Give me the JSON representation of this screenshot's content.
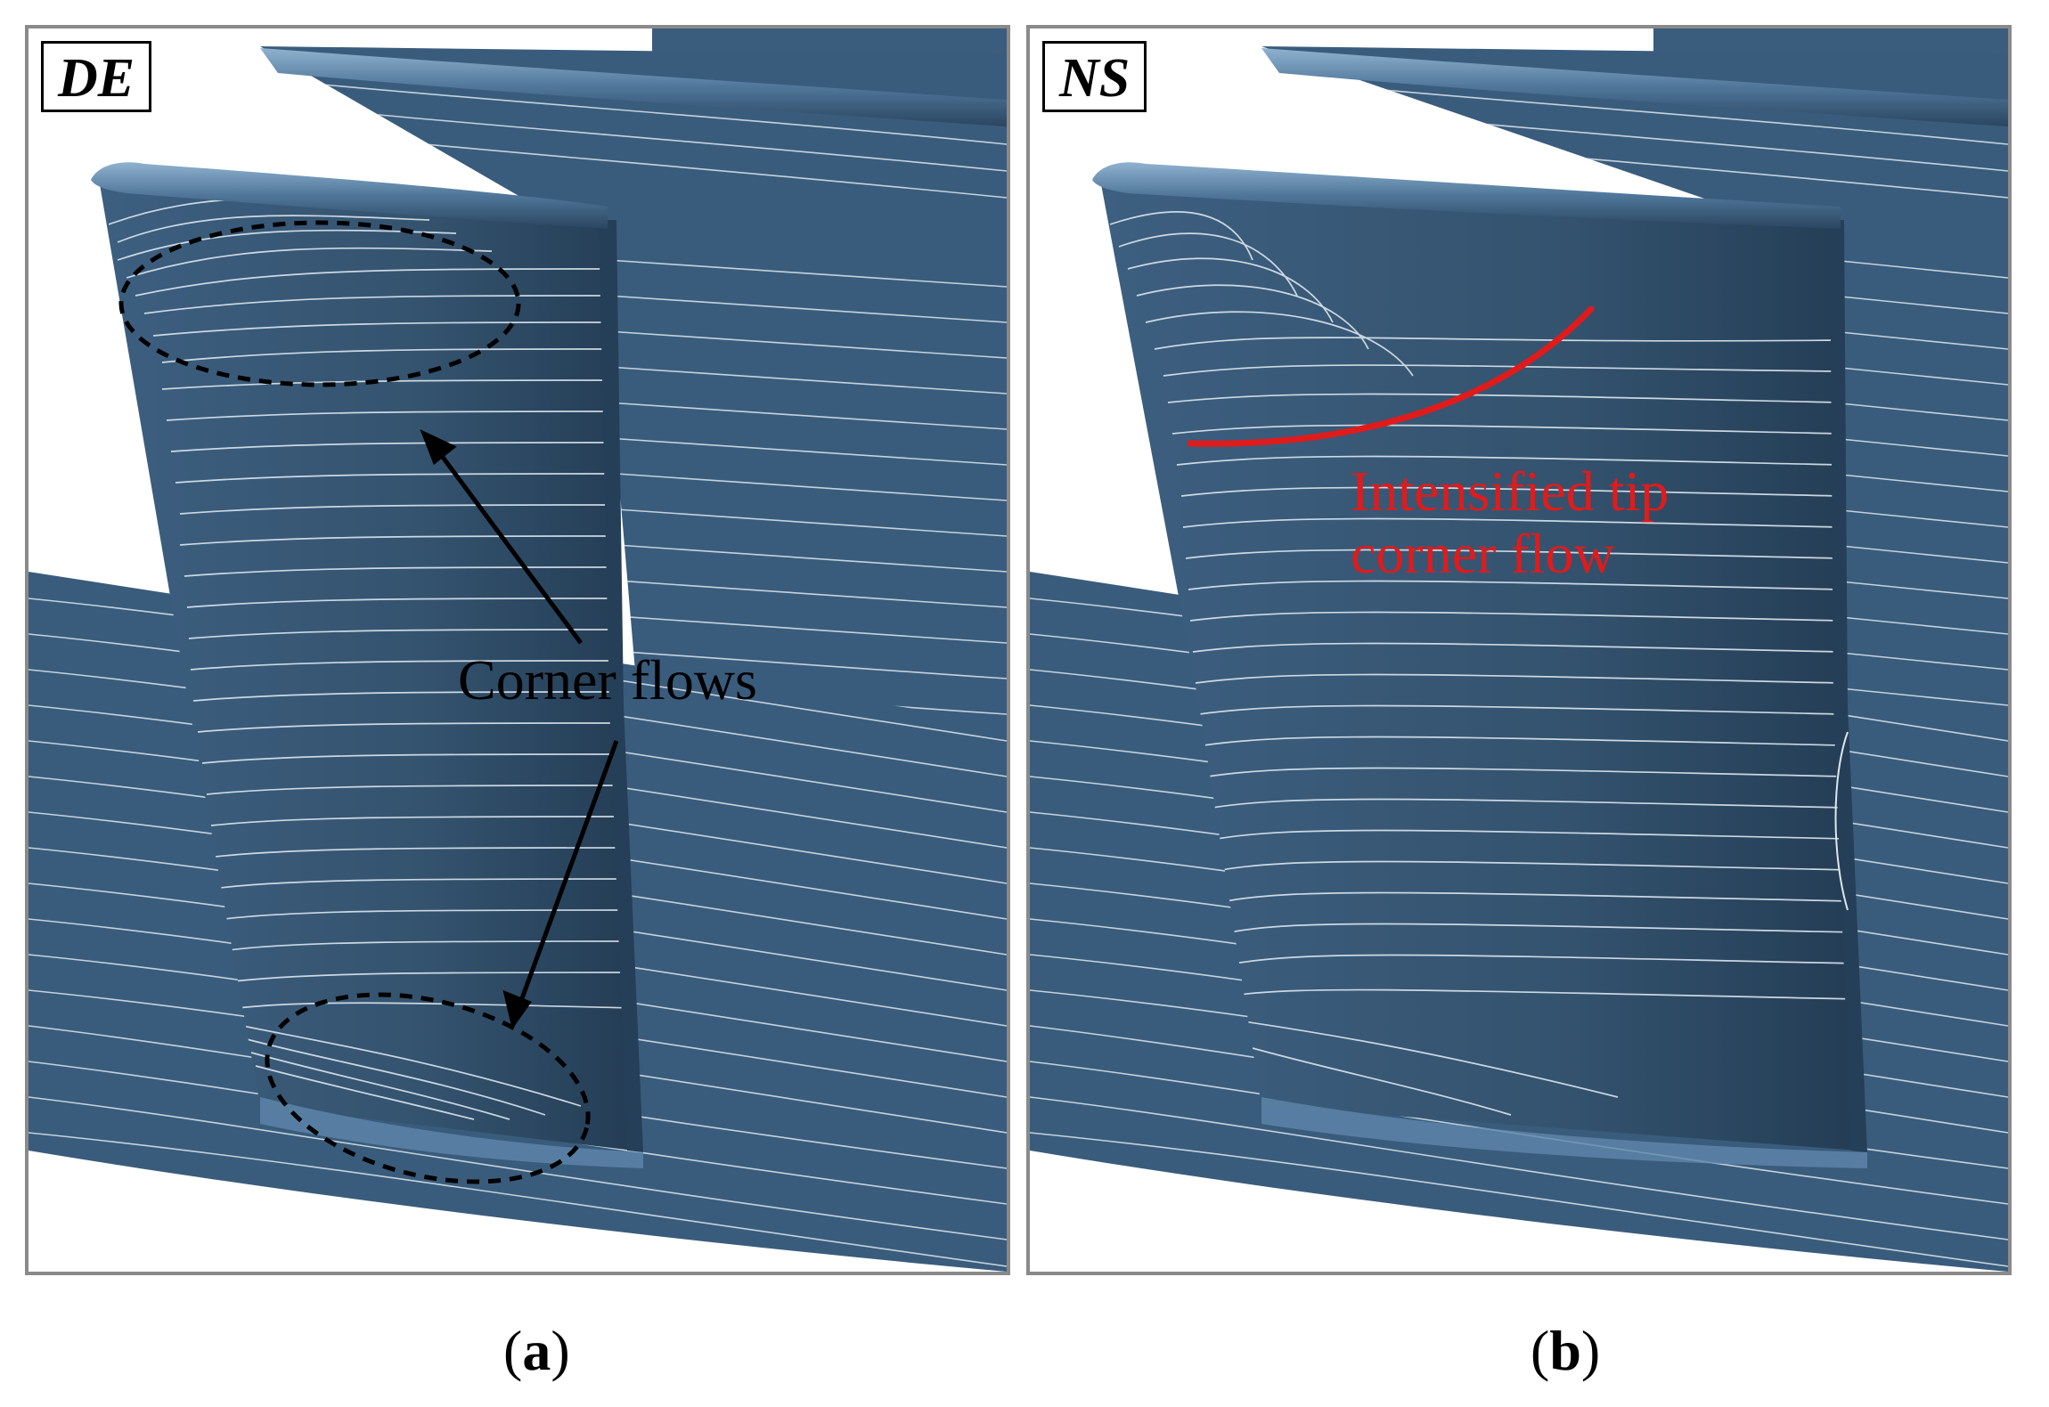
{
  "panels": [
    {
      "id": "a",
      "label": "DE",
      "caption": "a"
    },
    {
      "id": "b",
      "label": "NS",
      "caption": "b"
    }
  ],
  "annotations": {
    "corner_flows": "Corner flows",
    "tip_line1": "Intensified tip",
    "tip_line2": "corner flow"
  },
  "colors": {
    "blade": "#3f6283",
    "blade_dark": "#2d4a67",
    "streamline": "#dde7ef",
    "highlight": "#e01b1b",
    "frame": "#8a8a8a"
  }
}
